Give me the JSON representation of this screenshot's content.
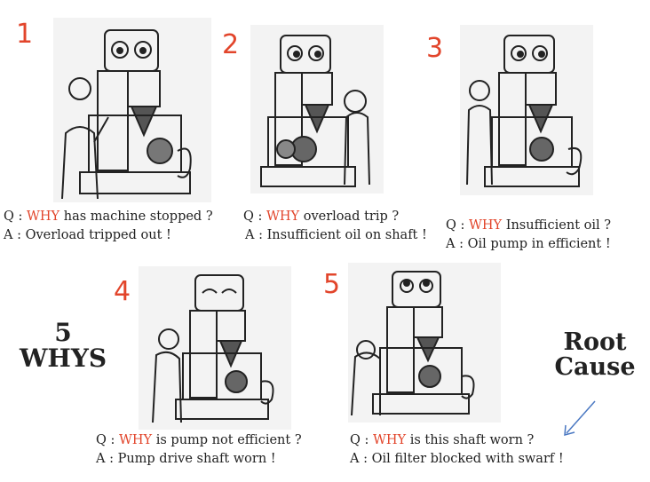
{
  "colors": {
    "accent": "#e2452b",
    "text": "#222222",
    "arrow": "#4a78c2"
  },
  "steps": [
    {
      "num": "1",
      "q_prefix": "Q : ",
      "q_why": "WHY",
      "q_rest": " has machine stopped ?",
      "answer": "A : Overload tripped out !"
    },
    {
      "num": "2",
      "q_prefix": "Q : ",
      "q_why": "WHY",
      "q_rest": " overload trip ?",
      "answer": "A : Insufficient oil on shaft !"
    },
    {
      "num": "3",
      "q_prefix": "Q : ",
      "q_why": "WHY",
      "q_rest": " Insufficient oil ?",
      "answer": "A : Oil pump in efficient !"
    },
    {
      "num": "4",
      "q_prefix": "Q : ",
      "q_why": "WHY",
      "q_rest": " is pump not efficient ?",
      "answer": "A : Pump drive shaft worn !"
    },
    {
      "num": "5",
      "q_prefix": "Q : ",
      "q_why": "WHY",
      "q_rest": " is this shaft worn ?",
      "answer": "A : Oil filter blocked with swarf !"
    }
  ],
  "title_left": {
    "line1": "5",
    "line2": "WHYS"
  },
  "title_right": {
    "line1": "Root",
    "line2": "Cause"
  }
}
